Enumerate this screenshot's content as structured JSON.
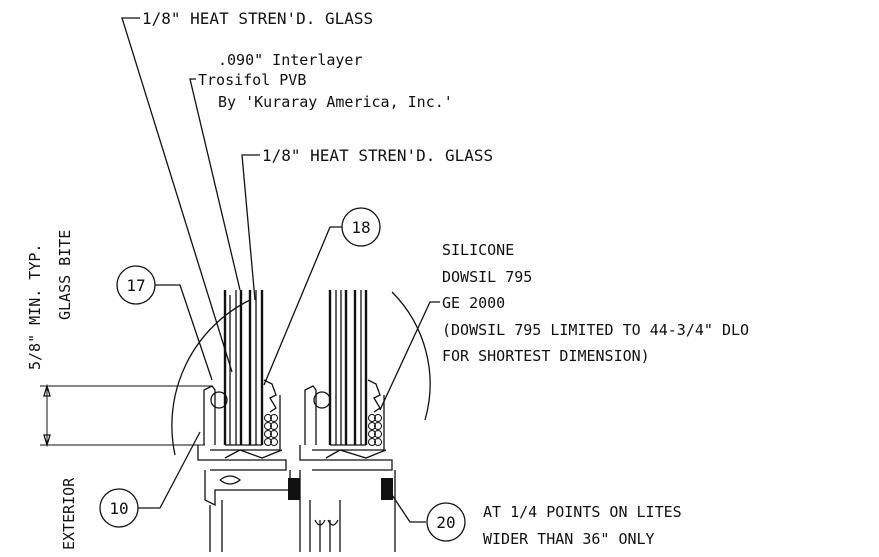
{
  "labels": {
    "glass_outer": "1/8\" HEAT STREN'D. GLASS",
    "interlayer_1": ".090\" Interlayer",
    "interlayer_2": "Trosifol PVB",
    "interlayer_3": "By 'Kuraray America, Inc.'",
    "glass_inner": "1/8\" HEAT STREN'D. GLASS",
    "silicone_1": "SILICONE",
    "silicone_2": "DOWSIL 795",
    "silicone_3": "GE 2000",
    "silicone_4": "(DOWSIL 795 LIMITED TO 44-3/4\" DLO",
    "silicone_5": "FOR SHORTEST DIMENSION)",
    "bite_1": "5/8\" MIN. TYP.",
    "bite_2": "GLASS BITE",
    "exterior": "EXTERIOR",
    "note_20_1": "AT 1/4 POINTS ON LITES",
    "note_20_2": "WIDER THAN 36\" ONLY"
  },
  "callouts": [
    {
      "id": "17"
    },
    {
      "id": "18"
    },
    {
      "id": "10"
    },
    {
      "id": "20"
    }
  ]
}
